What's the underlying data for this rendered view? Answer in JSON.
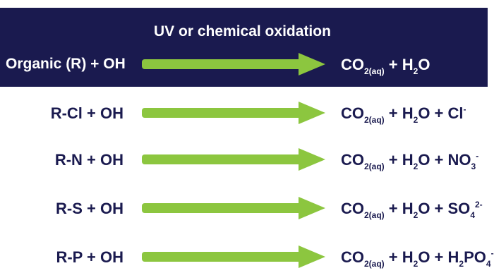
{
  "header": {
    "caption": "UV or chemical oxidation",
    "reactant": "Organic (R) + OH",
    "product": {
      "p1": "CO",
      "s1": "2(aq)",
      "p2": " + H",
      "s2": "2",
      "p3": "O"
    }
  },
  "rows": [
    {
      "reactant": "R-Cl + OH",
      "product": {
        "p1": "CO",
        "s1": "2(aq)",
        "p2": " + H",
        "s2": "2",
        "p3": "O + Cl",
        "sup": "-"
      }
    },
    {
      "reactant": "R-N + OH",
      "product": {
        "p1": "CO",
        "s1": "2(aq)",
        "p2": " + H",
        "s2": "2",
        "p3": "O + NO",
        "s3": "3",
        "sup": "-"
      }
    },
    {
      "reactant": "R-S + OH",
      "product": {
        "p1": "CO",
        "s1": "2(aq)",
        "p2": " + H",
        "s2": "2",
        "p3": "O + SO",
        "s3": "4",
        "sup": "2-"
      }
    },
    {
      "reactant": "R-P + OH",
      "product": {
        "p1": "CO",
        "s1": "2(aq)",
        "p2": " + H",
        "s2": "2",
        "p3": "O + H",
        "s3": "2",
        "p4": "PO",
        "s4": "4",
        "sup": "-"
      }
    }
  ],
  "colors": {
    "banner": "#1a1a4f",
    "arrow": "#8cc63f",
    "text_dark": "#1a1a4f",
    "text_light": "#ffffff"
  }
}
